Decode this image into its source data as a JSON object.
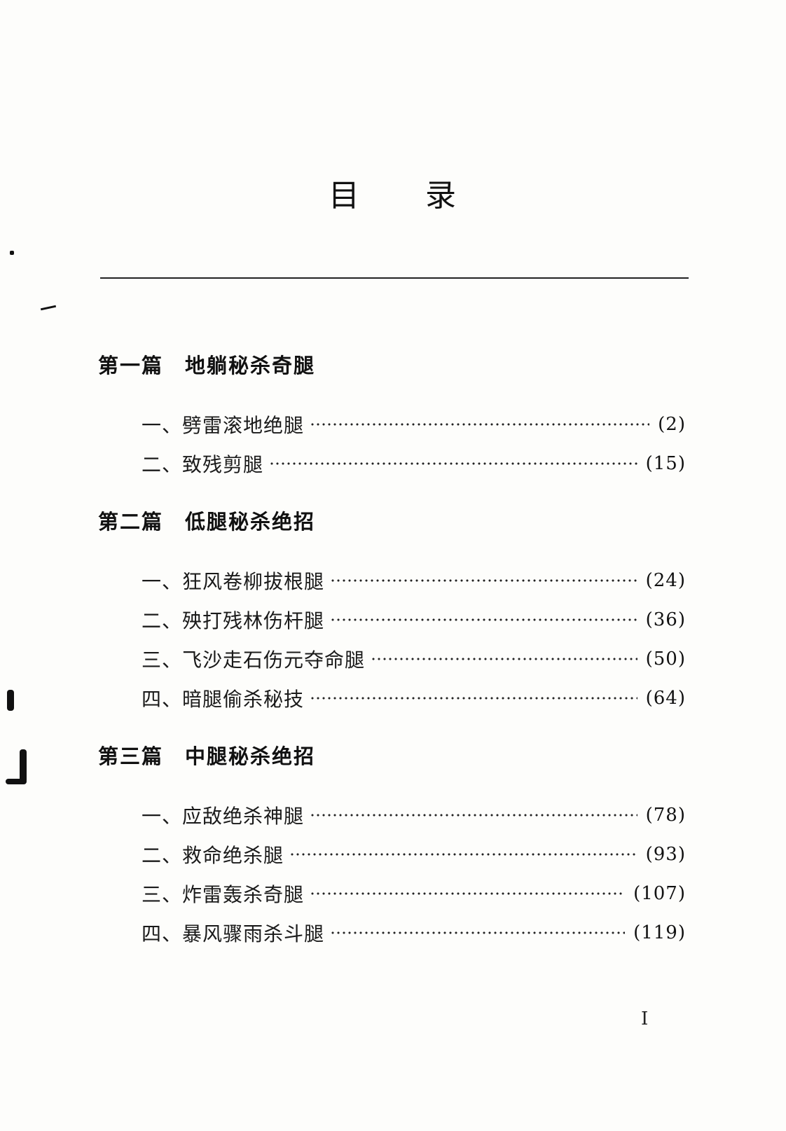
{
  "title": "目　　录",
  "parts": [
    {
      "heading": "第一篇　地躺秘杀奇腿",
      "entries": [
        {
          "label": "一、劈雷滚地绝腿",
          "page": "(2)"
        },
        {
          "label": "二、致残剪腿",
          "page": "(15)"
        }
      ]
    },
    {
      "heading": "第二篇　低腿秘杀绝招",
      "entries": [
        {
          "label": "一、狂风卷柳拔根腿",
          "page": "(24)"
        },
        {
          "label": "二、殃打残林伤杆腿",
          "page": "(36)"
        },
        {
          "label": "三、飞沙走石伤元夺命腿",
          "page": "(50)"
        },
        {
          "label": "四、暗腿偷杀秘技",
          "page": "(64)"
        }
      ]
    },
    {
      "heading": "第三篇　中腿秘杀绝招",
      "entries": [
        {
          "label": "一、应敌绝杀神腿",
          "page": "(78)"
        },
        {
          "label": "二、救命绝杀腿",
          "page": "(93)"
        },
        {
          "label": "三、炸雷轰杀奇腿",
          "page": "(107)"
        },
        {
          "label": "四、暴风骤雨杀斗腿",
          "page": "(119)"
        }
      ]
    }
  ],
  "folio": "I"
}
